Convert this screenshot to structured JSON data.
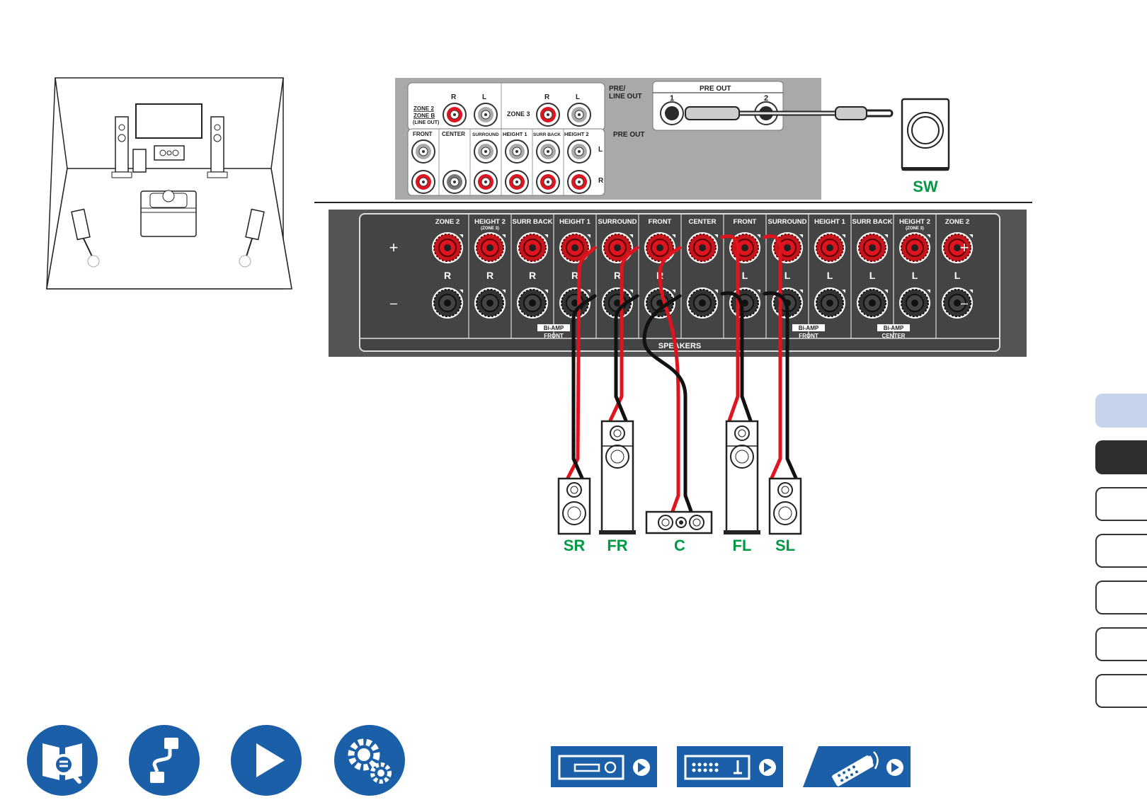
{
  "panel": {
    "pre_line_out": [
      "PRE/",
      "LINE OUT"
    ],
    "zone2": [
      "ZONE 2",
      "ZONE B",
      "(LINE OUT)"
    ],
    "zone3": "ZONE 3",
    "r": "R",
    "l": "L",
    "pre_out_row": "PRE OUT",
    "bottom_labels": [
      "FRONT",
      "CENTER",
      "SURROUND",
      "HEIGHT 1",
      "SURR BACK",
      "HEIGHT 2"
    ],
    "pre_out_box": "PRE OUT",
    "pre_out_1": "1",
    "pre_out_2": "2"
  },
  "speakers_panel": {
    "columns": [
      {
        "label": "ZONE 2",
        "side": "R"
      },
      {
        "label": "HEIGHT 2",
        "sub": "(ZONE 3)",
        "side": "R"
      },
      {
        "label": "SURR BACK",
        "side": "R"
      },
      {
        "label": "HEIGHT 1",
        "side": "R"
      },
      {
        "label": "SURROUND",
        "side": "R"
      },
      {
        "label": "FRONT",
        "side": "R"
      },
      {
        "label": "CENTER",
        "side": ""
      },
      {
        "label": "FRONT",
        "side": "L"
      },
      {
        "label": "SURROUND",
        "side": "L"
      },
      {
        "label": "HEIGHT 1",
        "side": "L"
      },
      {
        "label": "SURR BACK",
        "side": "L"
      },
      {
        "label": "HEIGHT 2",
        "sub": "(ZONE 3)",
        "side": "L"
      },
      {
        "label": "ZONE 2",
        "side": "L"
      }
    ],
    "plus": "+",
    "minus": "–",
    "biamp": [
      {
        "top": "Bi-AMP",
        "bottom": "FRONT"
      },
      {
        "top": "Bi-AMP",
        "bottom": "FRONT"
      },
      {
        "top": "Bi-AMP",
        "bottom": "CENTER"
      }
    ],
    "footer": "SPEAKERS"
  },
  "speaker_labels": [
    "SR",
    "FR",
    "C",
    "FL",
    "SL"
  ],
  "subwoofer_label": "SW",
  "colors": {
    "accent": "#009944",
    "red": "#e0141e",
    "blue": "#1b5fa8"
  },
  "side_tabs": [
    "light",
    "dark",
    "empty",
    "empty",
    "empty",
    "empty",
    "empty"
  ],
  "nav_icons": [
    "manual-search-icon",
    "cable-connection-icon",
    "play-icon",
    "settings-gears-icon"
  ],
  "func_icons": [
    "front-panel-icon",
    "rear-panel-icon",
    "remote-control-icon"
  ]
}
